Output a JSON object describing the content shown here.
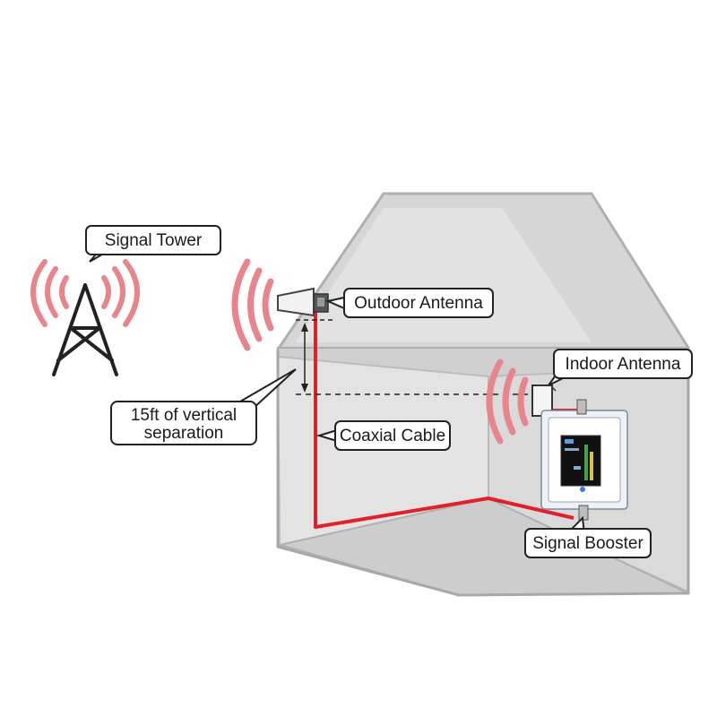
{
  "labels": {
    "signal_tower": "Signal Tower",
    "outdoor_antenna": "Outdoor Antenna",
    "indoor_antenna": "Indoor Antenna",
    "separation_line1": "15ft of vertical",
    "separation_line2": "separation",
    "coaxial_cable": "Coaxial Cable",
    "signal_booster": "Signal Booster"
  },
  "colors": {
    "signal_wave": "#e8858c",
    "cable": "#e0202a",
    "house_fill": "#d9d9d9",
    "house_stroke": "#b5b5b5",
    "tower": "#222222"
  }
}
